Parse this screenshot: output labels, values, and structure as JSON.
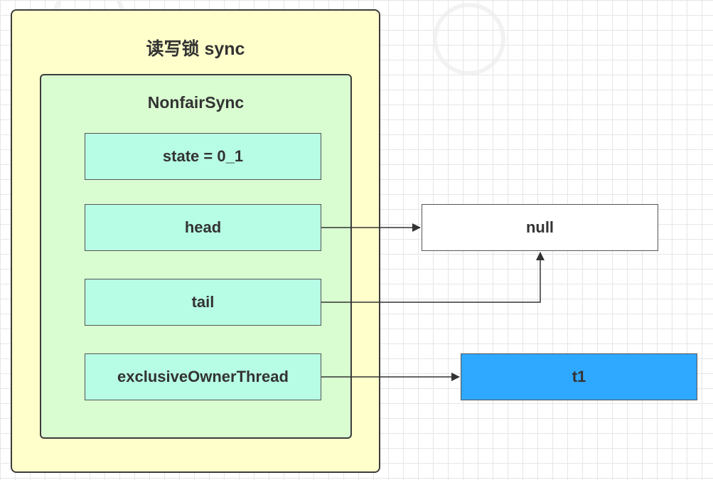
{
  "sync": {
    "title": "读写锁 sync",
    "inner_title": "NonfairSync",
    "fields": {
      "state": "state = 0_1",
      "head": "head",
      "tail": "tail",
      "owner": "exclusiveOwnerThread"
    }
  },
  "targets": {
    "null_label": "null",
    "t1_label": "t1"
  },
  "colors": {
    "outer_fill": "#ffffcc",
    "inner_fill": "#d9fdd1",
    "field_fill": "#b7fde5",
    "t1_fill": "#2fa8ff",
    "null_fill": "#ffffff",
    "stroke": "#3c3c3c"
  }
}
